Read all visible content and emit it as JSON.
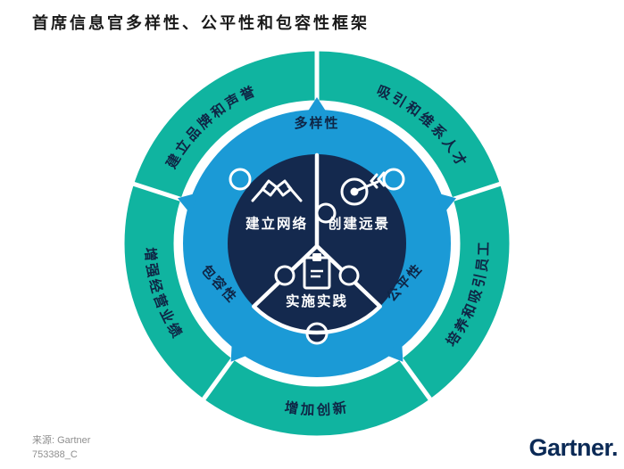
{
  "title": "首席信息官多样性、公平性和包容性框架",
  "wheel": {
    "outer_ring": {
      "color": "#10b4a0",
      "labels": {
        "brand": "建立品牌和声誉",
        "talent": "吸引和维系人才",
        "employees": "培养和吸引员工",
        "innovation": "增加创新",
        "performance": "增强经营业绩"
      }
    },
    "middle_ring": {
      "color": "#1b9ad6",
      "labels": {
        "diversity": "多样性",
        "equity": "公平性",
        "inclusion": "包容性"
      }
    },
    "inner_circle": {
      "color": "#14294e",
      "pieces": {
        "network": {
          "label": "建立网络",
          "icon": "handshake-icon"
        },
        "vision": {
          "label": "创建远景",
          "icon": "target-arrow-icon"
        },
        "practice": {
          "label": "实施实践",
          "icon": "clipboard-icon"
        }
      }
    }
  },
  "footer": {
    "source": "来源: Gartner",
    "doc_id": "753388_C"
  },
  "brand": {
    "logo_text": "Gartner."
  }
}
